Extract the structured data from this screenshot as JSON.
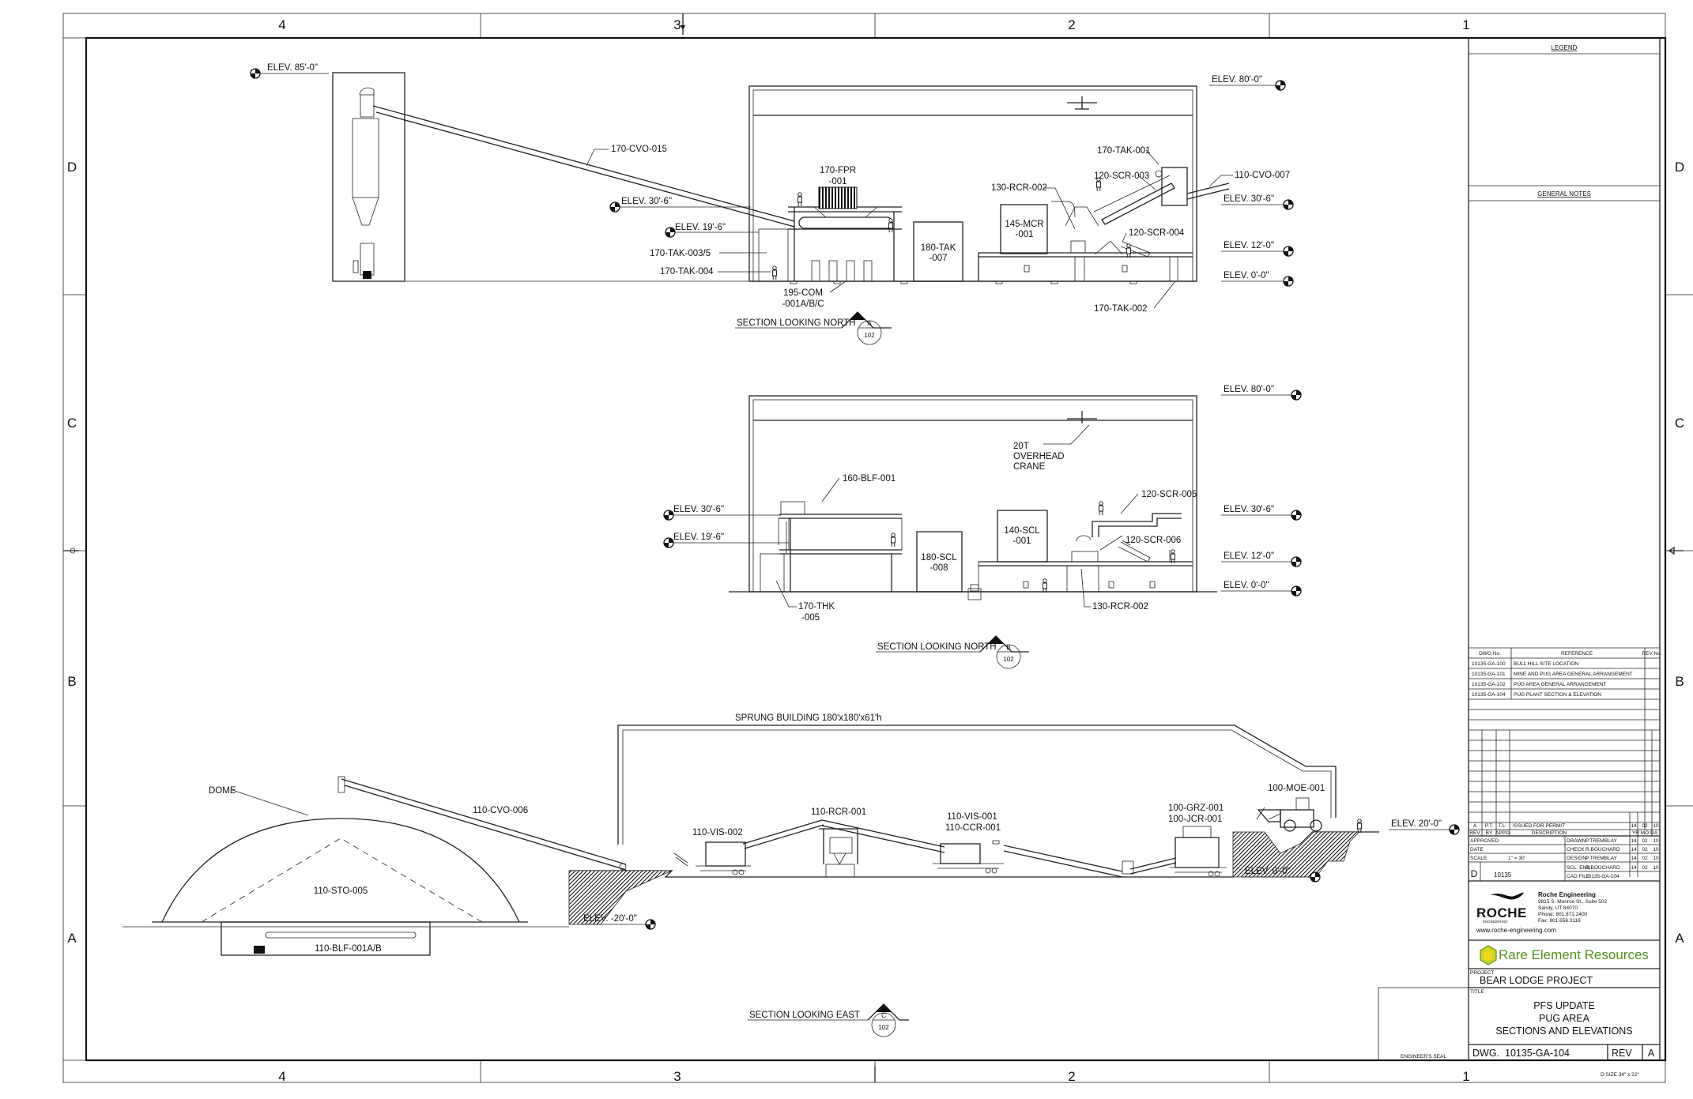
{
  "grid": {
    "columns": [
      "4",
      "3",
      "2",
      "1"
    ],
    "rows": [
      "D",
      "C",
      "B",
      "A"
    ]
  },
  "title_block": {
    "legend_title": "LEGEND",
    "general_notes_title": "GENERAL NOTES",
    "references": {
      "header_dwg": "DWG No.",
      "header_ref": "REFERENCE",
      "header_rev": "REV No.",
      "rows": [
        {
          "dwg": "10135-GA-100",
          "ref": "BULL HILL SITE LOCATION"
        },
        {
          "dwg": "10135-GA-101",
          "ref": "MINE AND PUG AREA GENERAL ARRANGEMENT"
        },
        {
          "dwg": "10135-GA-102",
          "ref": "PUG AREA GENERAL ARRANGEMENT"
        },
        {
          "dwg": "10135-GA-104",
          "ref": "PUG PLANT SECTION & ELEVATION"
        }
      ]
    },
    "revision": {
      "rev": "A",
      "by": "P.T.",
      "appd": "T.L.",
      "description": "ISSUED FOR PERMIT",
      "yy": "14",
      "mo": "02",
      "da": "10",
      "h_rev": "REV",
      "h_by": "BY",
      "h_appd": "APPD",
      "h_desc": "DESCRIPTION",
      "h_date": "YR MO DA"
    },
    "approvals": {
      "approved": "APPROVED",
      "date": "DATE",
      "scale_label": "SCALE",
      "scale": "1\" = 30'",
      "drawn_label": "DRAWN",
      "drawn": "P.TREMBLAY",
      "check_label": "CHECK",
      "check": "R.BOUCHARD",
      "design_label": "DESIGN",
      "design": "P.TREMBLAY",
      "engr_label": "SCL. ENG.",
      "engr": "R.BOUCHARD",
      "date_vals": [
        "14",
        "02",
        "10"
      ],
      "size": "D",
      "job_no": "10135",
      "cad_label": "CAD FILE",
      "cad_file": "10135-GA-104"
    },
    "company": {
      "logo_text": "ROCHE",
      "logo_sub": "ENGINEERING",
      "name": "Roche Engineering",
      "address1": "9815 S. Monroe St., Suite 502",
      "address2": "Sandy, UT 84070",
      "phone": "Phone: 801.871.2400",
      "fax": "Fax: 801.656.0116",
      "website": "www.roche-engineering.com"
    },
    "client": {
      "name": "Rare Element Resources"
    },
    "project_label": "PROJECT",
    "project": "BEAR LODGE PROJECT",
    "title_label": "TITLE",
    "title_lines": [
      "PFS UPDATE",
      "PUG AREA",
      "SECTIONS AND ELEVATIONS"
    ],
    "engineers_seal": "ENGINEER'S SEAL",
    "dwg_label": "DWG.",
    "dwg_number": "10135-GA-104",
    "rev_label": "REV",
    "rev": "A",
    "sheet_size": "D SIZE 34\" x 22\""
  },
  "section_a": {
    "title": "SECTION LOOKING NORTH",
    "marker": "A",
    "ref": "102",
    "elevations": [
      "ELEV. 85'-0\"",
      "ELEV. 80'-0\"",
      "ELEV. 30'-6\"",
      "ELEV. 19'-6\"",
      "ELEV. 30'-6\"",
      "ELEV. 12'-0\"",
      "ELEV. 0'-0\""
    ],
    "labels": {
      "cvo015": "170-CVO-015",
      "fpr1": "170-FPR",
      "fpr2": "-001",
      "tak001": "170-TAK-001",
      "cvo007": "110-CVO-007",
      "scr003": "120-SCR-003",
      "rcr002": "130-RCR-002",
      "mcr1": "145-MCR",
      "mcr2": "-001",
      "tak007a": "180-TAK",
      "tak007b": "-007",
      "scr004": "120-SCR-004",
      "tak0035": "170-TAK-003/5",
      "tak004": "170-TAK-004",
      "com1": "195-COM",
      "com2": "-001A/B/C",
      "tak002": "170-TAK-002"
    }
  },
  "section_b": {
    "title": "SECTION LOOKING NORTH",
    "marker": "B",
    "ref": "102",
    "elevations": [
      "ELEV. 80'-0\"",
      "ELEV. 30'-6\"",
      "ELEV. 19'-6\"",
      "ELEV. 30'-6\"",
      "ELEV. 12'-0\"",
      "ELEV. 0'-0\""
    ],
    "labels": {
      "crane": [
        "20T",
        "OVERHEAD",
        "CRANE"
      ],
      "blf001": "160-BLF-001",
      "scr005": "120-SCR-005",
      "scr006": "120-SCR-006",
      "scl001a": "140-SCL",
      "scl001b": "-001",
      "scl008a": "180-SCL",
      "scl008b": "-008",
      "thk1": "170-THK",
      "thk2": "-005",
      "rcr002": "130-RCR-002"
    }
  },
  "section_c": {
    "title": "SECTION LOOKING EAST",
    "marker": "C",
    "ref": "102",
    "elevations": [
      "ELEV. 20'-0\"",
      "ELEV. 0'-0\"",
      "ELEV. -20'-0\""
    ],
    "labels": {
      "sprung": "SPRUNG BUILDING 180'x180'x61'h",
      "dome": "DOME",
      "sto005": "110-STO-005",
      "blf001ab": "110-BLF-001A/B",
      "cvo006": "110-CVO-006",
      "vis002": "110-VIS-002",
      "rcr001": "110-RCR-001",
      "vis001": "110-VIS-001",
      "ccr001": "110-CCR-001",
      "grz001": "100-GRZ-001",
      "jcr001": "100-JCR-001",
      "moe001": "100-MOE-001"
    }
  }
}
